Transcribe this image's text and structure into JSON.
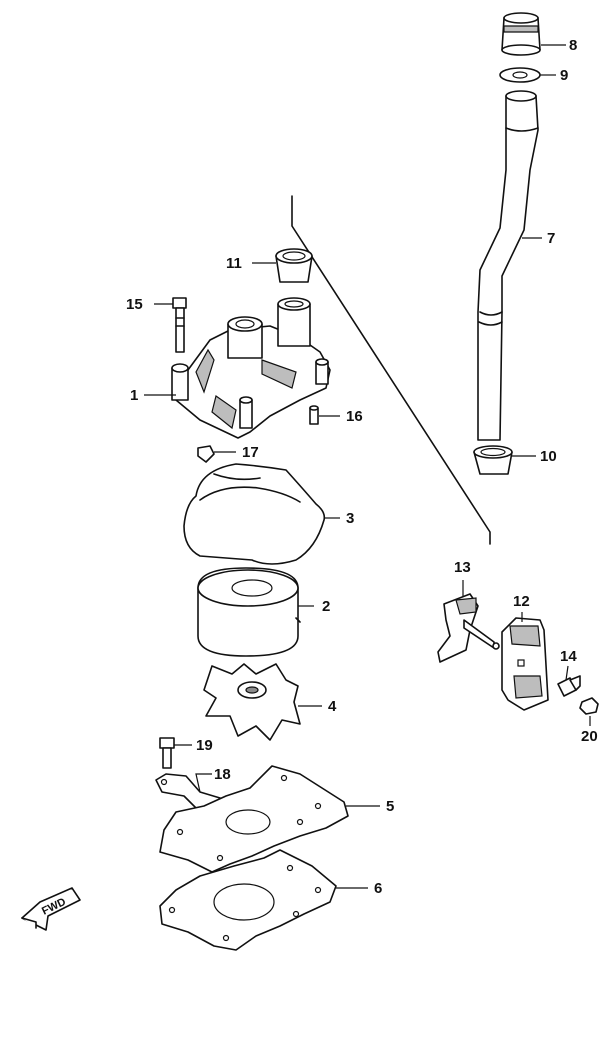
{
  "diagram": {
    "callouts": [
      {
        "id": "1",
        "text": "1"
      },
      {
        "id": "2",
        "text": "2"
      },
      {
        "id": "3",
        "text": "3"
      },
      {
        "id": "4",
        "text": "4"
      },
      {
        "id": "5",
        "text": "5"
      },
      {
        "id": "6",
        "text": "6"
      },
      {
        "id": "7",
        "text": "7"
      },
      {
        "id": "8",
        "text": "8"
      },
      {
        "id": "9",
        "text": "9"
      },
      {
        "id": "10",
        "text": "10"
      },
      {
        "id": "11",
        "text": "11"
      },
      {
        "id": "12",
        "text": "12"
      },
      {
        "id": "13",
        "text": "13"
      },
      {
        "id": "14",
        "text": "14"
      },
      {
        "id": "15",
        "text": "15"
      },
      {
        "id": "16",
        "text": "16"
      },
      {
        "id": "17",
        "text": "17"
      },
      {
        "id": "18",
        "text": "18"
      },
      {
        "id": "19",
        "text": "19"
      },
      {
        "id": "20",
        "text": "20"
      }
    ],
    "fwd_label": "FWD"
  }
}
